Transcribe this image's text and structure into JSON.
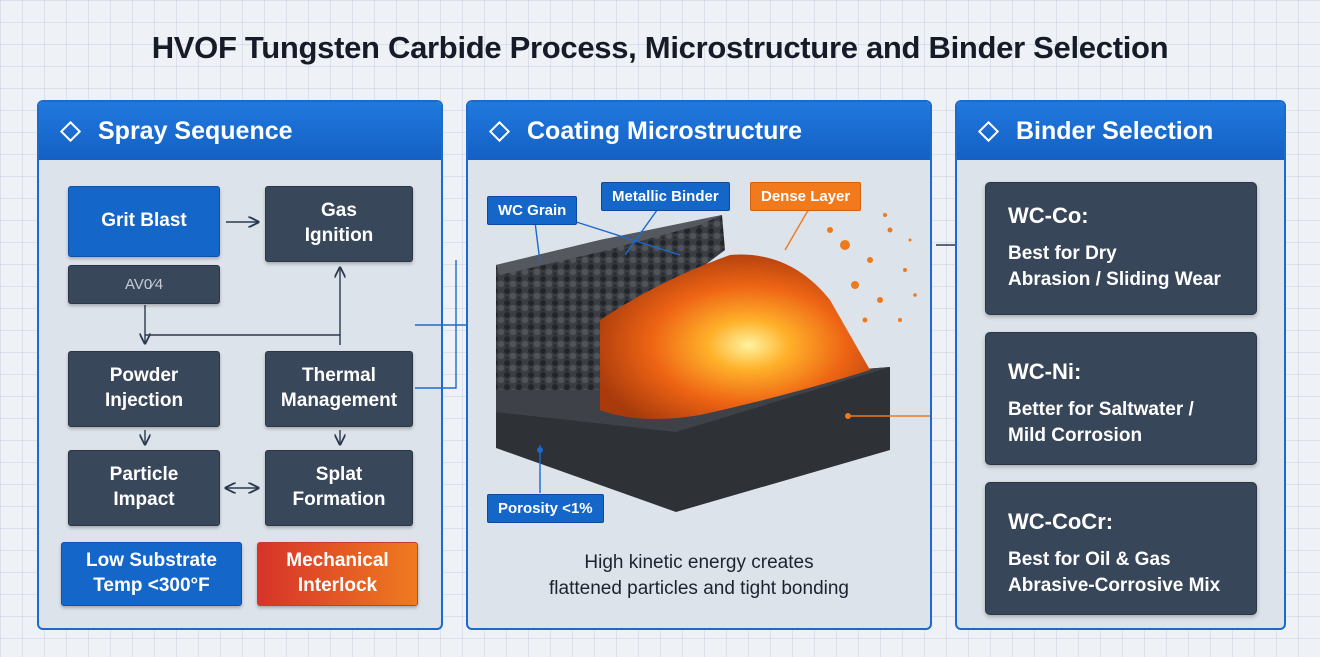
{
  "title": "HVOF Tungsten Carbide Process, Microstructure and Binder Selection",
  "panels": {
    "sequence": {
      "heading": "Spray Sequence",
      "steps": {
        "grit_blast": "Grit Blast",
        "gas_ignition": "Gas\nIgnition",
        "avo": "AV0⁄4",
        "powder_injection": "Powder\nInjection",
        "thermal_management": "Thermal\nManagement",
        "particle_impact": "Particle\nImpact",
        "splat_formation": "Splat\nFormation",
        "low_substrate": "Low Substrate\nTemp <300°F",
        "mechanical_interlock": "Mechanical\nInterlock"
      }
    },
    "microstructure": {
      "heading": "Coating Microstructure",
      "labels": {
        "wc_grain": "WC Grain",
        "metallic_binder": "Metallic Binder",
        "dense_layer": "Dense Layer",
        "porosity": "Porosity <1%"
      },
      "caption": "High kinetic energy creates\nflattened particles and tight bonding"
    },
    "binder": {
      "heading": "Binder Selection",
      "options": [
        {
          "name": "WC-Co:",
          "desc": "Best for Dry\nAbrasion / Sliding Wear"
        },
        {
          "name": "WC-Ni:",
          "desc": "Better for Saltwater /\nMild Corrosion"
        },
        {
          "name": "WC-CoCr:",
          "desc": "Best for Oil & Gas\nAbrasive-Corrosive Mix"
        }
      ]
    }
  },
  "colors": {
    "accent_blue": "#1566c9",
    "dark_box": "#39475a",
    "orange": "#f07a1c",
    "red": "#d7332a"
  }
}
